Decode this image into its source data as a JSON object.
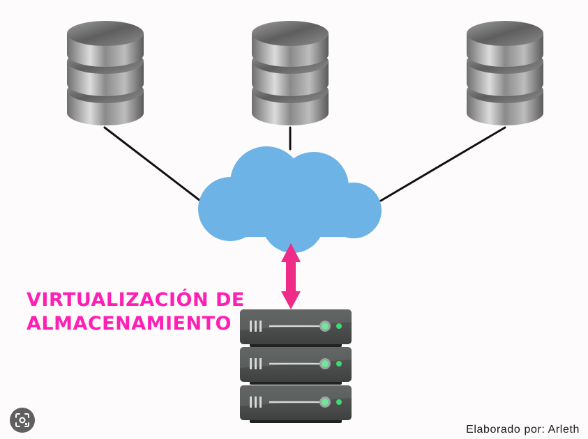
{
  "diagram": {
    "title_line_1": "VIRTUALIZACIÓN DE",
    "title_line_2": "ALMACENAMIENTO",
    "credit": "Elaborado por: Arleth",
    "nodes": {
      "databases": [
        "database-icon",
        "database-icon",
        "database-icon"
      ],
      "cloud": "cloud-icon",
      "server": "server-rack-icon",
      "connector": "double-arrow-icon"
    },
    "colors": {
      "cloud": "#6db3e6",
      "arrow": "#ee2b86",
      "title": "#ff1fb4",
      "server": "#4a4d4c",
      "led": "#3ddc6e",
      "lines": "#111111"
    }
  },
  "overlay": {
    "lens_icon": "lens-search-icon"
  }
}
